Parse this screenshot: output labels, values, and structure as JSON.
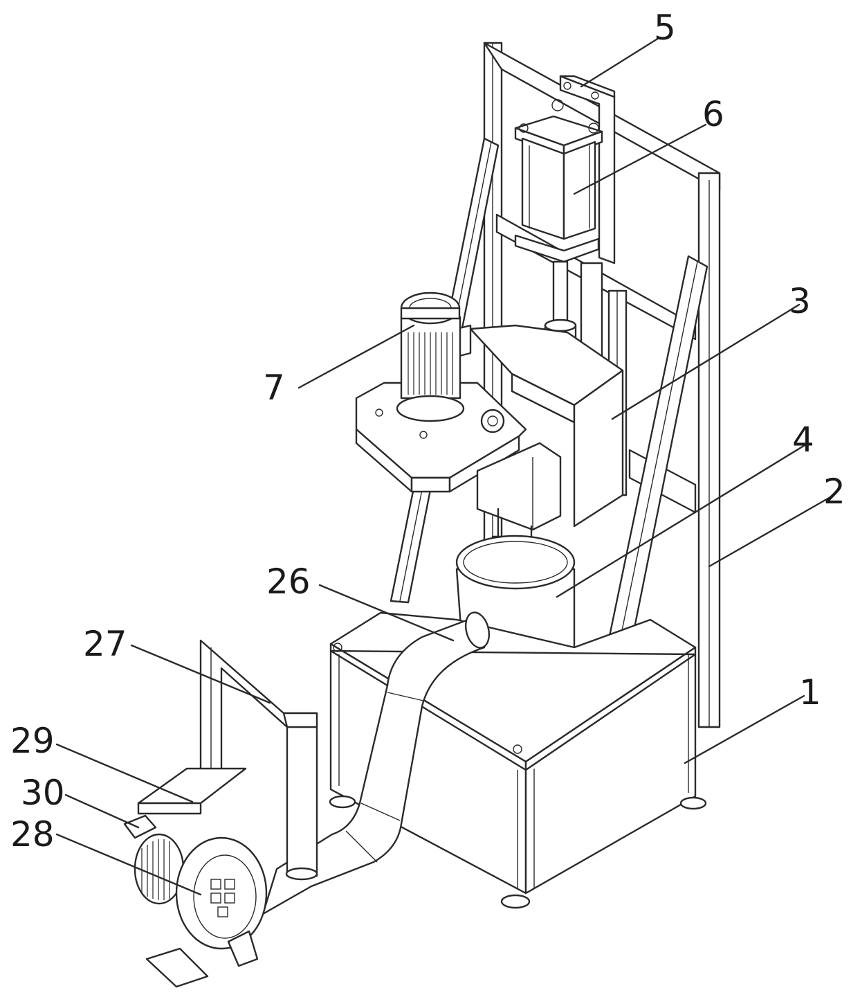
{
  "labels": {
    "n1": "1",
    "n2": "2",
    "n3": "3",
    "n4": "4",
    "n5": "5",
    "n6": "6",
    "n7": "7",
    "n26": "26",
    "n27": "27",
    "n28": "28",
    "n29": "29",
    "n30": "30"
  },
  "colors": {
    "line": "#2a2a2a",
    "background": "#ffffff"
  }
}
